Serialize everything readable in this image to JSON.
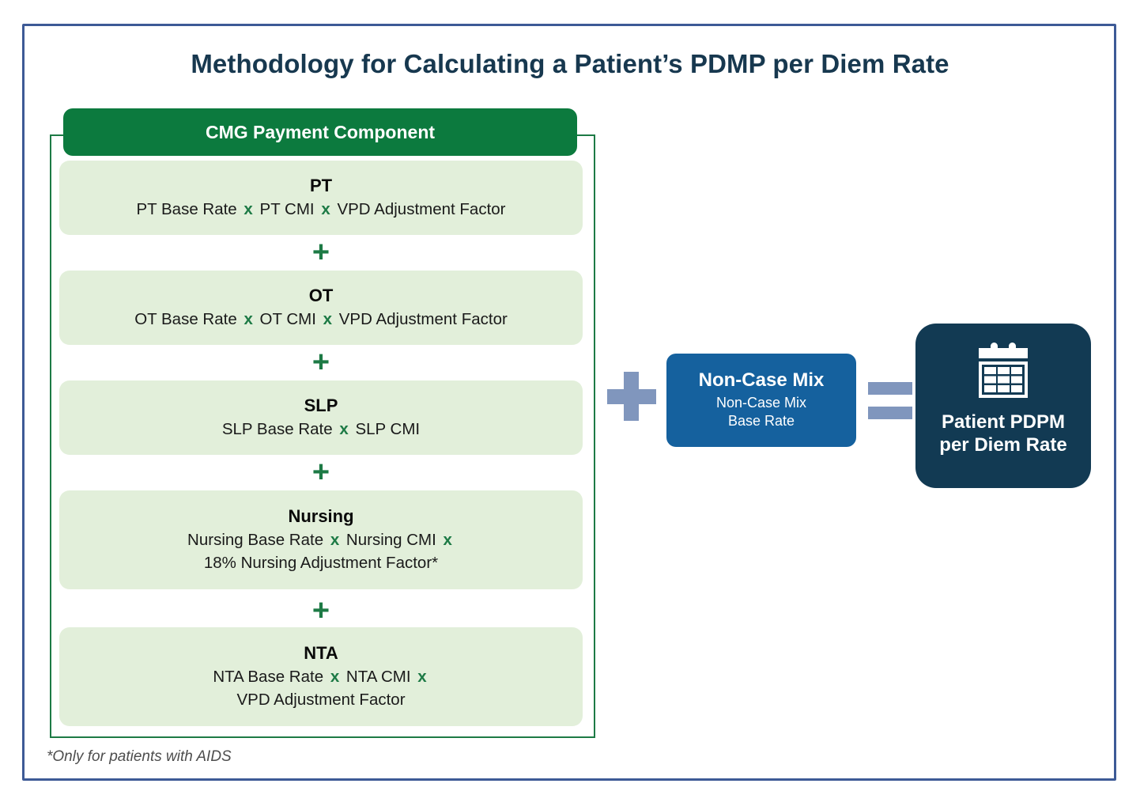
{
  "page": {
    "title": "Methodology for Calculating a Patient’s PDMP per Diem Rate",
    "footnote": "*Only for patients with AIDS",
    "frame_color": "#3d5a96",
    "title_color": "#17384f"
  },
  "cmg": {
    "header_label": "CMG Payment Component",
    "header_bg": "#0c7a3e",
    "box_bg": "#e2efda",
    "bracket_color": "#1d7a45",
    "multiply_symbol": "x",
    "plus_symbol": "+",
    "components": [
      {
        "name": "PT",
        "parts": [
          "PT Base Rate",
          "PT CMI",
          "VPD Adjustment Factor"
        ],
        "lines": [
          [
            "PT Base Rate",
            "PT CMI",
            "VPD Adjustment Factor"
          ]
        ]
      },
      {
        "name": "OT",
        "parts": [
          "OT Base Rate",
          "OT CMI",
          "VPD Adjustment Factor"
        ],
        "lines": [
          [
            "OT Base Rate",
            "OT CMI",
            "VPD Adjustment Factor"
          ]
        ]
      },
      {
        "name": "SLP",
        "parts": [
          "SLP Base Rate",
          "SLP CMI"
        ],
        "lines": [
          [
            "SLP Base Rate",
            "SLP CMI"
          ]
        ]
      },
      {
        "name": "Nursing",
        "parts": [
          "Nursing Base Rate",
          "Nursing CMI",
          "18% Nursing Adjustment Factor*"
        ],
        "lines": [
          [
            "Nursing Base Rate",
            "Nursing CMI"
          ],
          [
            "18% Nursing Adjustment Factor*"
          ]
        ]
      },
      {
        "name": "NTA",
        "parts": [
          "NTA Base Rate",
          "NTA CMI",
          "VPD Adjustment Factor"
        ],
        "lines": [
          [
            "NTA Base Rate",
            "NTA CMI"
          ],
          [
            "VPD Adjustment Factor"
          ]
        ]
      }
    ]
  },
  "operators": {
    "plus_between": "+",
    "equals": "=",
    "color": "#8096bd"
  },
  "noncase": {
    "title": "Non-Case Mix",
    "subtitle_line1": "Non-Case Mix",
    "subtitle_line2": "Base Rate",
    "bg": "#15619e"
  },
  "result": {
    "icon": "calendar-icon",
    "label_line1": "Patient PDPM",
    "label_line2": "per Diem Rate",
    "bg": "#123a53"
  }
}
